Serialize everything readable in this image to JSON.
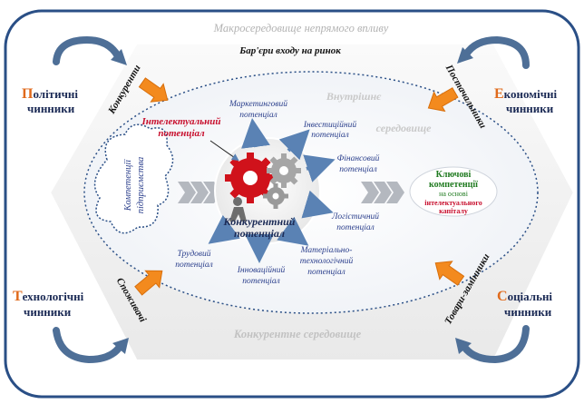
{
  "macro_title": "Макросередовище непрямого впливу",
  "barriers": "Бар'єри входу на ринок",
  "internal_env": [
    "Внутрішнє",
    "середовище"
  ],
  "competitive_env": "Конкурентне середовище",
  "forces": {
    "competitors": "Конкуренти",
    "suppliers": "Постачальники",
    "consumers": "Споживачі",
    "substitutes": "Товари-замінники"
  },
  "factors": {
    "political": {
      "initial": "П",
      "rest": "олітичні",
      "line2": "чинники"
    },
    "economic": {
      "initial": "Е",
      "rest": "кономічні",
      "line2": "чинники"
    },
    "technological": {
      "initial": "Т",
      "rest": "ехнологічні",
      "line2": "чинники"
    },
    "social": {
      "initial": "С",
      "rest": "оціальні",
      "line2": "чинники"
    }
  },
  "cloud_text": [
    "Компетенції",
    "підприємства"
  ],
  "intellectual": [
    "Інтелектуальний",
    "потенціал"
  ],
  "central": [
    "Конкурентний",
    "потенціал"
  ],
  "potentials": {
    "marketing": [
      "Маркетинговий",
      "потенціал"
    ],
    "investment": [
      "Інвестиційний",
      "потенціал"
    ],
    "financial": [
      "Фінансовий",
      "потенціал"
    ],
    "logistic": [
      "Логістичний",
      "потенціал"
    ],
    "material": [
      "Матеріально-",
      "технологічний",
      "потенціал"
    ],
    "innovation": [
      "Інноваційний",
      "потенціал"
    ],
    "labor": [
      "Трудовий",
      "потенціал"
    ]
  },
  "key": {
    "title": [
      "Ключові",
      "компетенції"
    ],
    "basis": "на основі",
    "capital": [
      "інтелектуального",
      "капіталу"
    ]
  },
  "colors": {
    "frame_blue": "#2a4f86",
    "macro_text": "#b3b3b3",
    "factor_red": "#e06a1c",
    "intellect_red": "#c8102e",
    "key_green": "#1f7a1f",
    "potential_blue": "#2b3f8c",
    "gear_red": "#d0121b",
    "gear_grey": "#a6a6a6",
    "orange_arrow": "#f38a1e",
    "rotate_arrow": "#4e6f97"
  }
}
